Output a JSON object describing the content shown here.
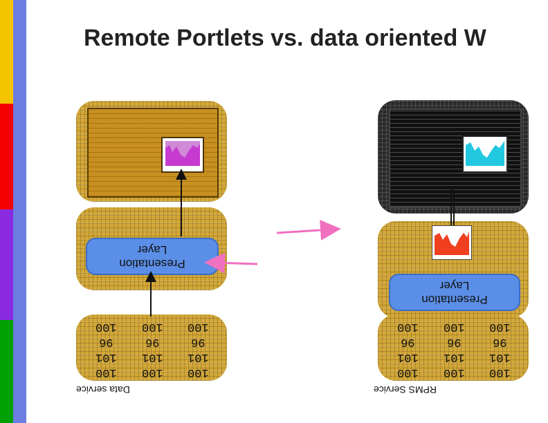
{
  "slide": {
    "title": "Remote Portlets vs. data oriented W"
  },
  "left_diagram": {
    "presentation_line1": "Presentation",
    "presentation_line2": "Layer",
    "service_label": "Data service",
    "data_row_a": "100",
    "data_row_b": "101",
    "data_row_c": "96"
  },
  "right_diagram": {
    "presentation_line1": "Presentation",
    "presentation_line2": "Layer",
    "service_label": "RPMS Service",
    "data_row_a": "100",
    "data_row_b": "101",
    "data_row_c": "96"
  },
  "colors": {
    "accent_arrow": "#f070c0",
    "presentation_fill": "#5b8ee6",
    "panel_gold": "#d4a838"
  }
}
